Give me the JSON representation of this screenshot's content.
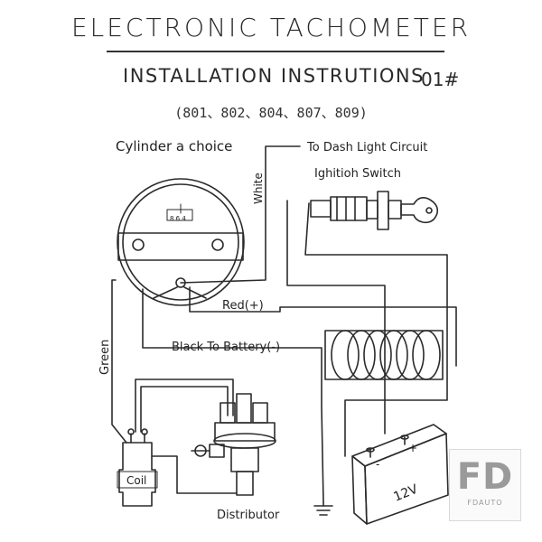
{
  "header": {
    "title": "ELECTRONIC TACHOMETER",
    "subtitle": "INSTALLATION INSTRUTIONS",
    "part_no": "01#",
    "models": "(801、802、804、807、809)"
  },
  "labels": {
    "cylinder": "Cylinder a choice",
    "dial_selector": "8 6 4",
    "dash_light": "To Dash Light Circuit",
    "ignition": "Ighitioh Switch",
    "white": "White",
    "red": "Red(+)",
    "black": "Black To Battery(-)",
    "green": "Green",
    "coil": "Coil",
    "distributor": "Distributor",
    "battery": "12V",
    "battery_neg": "-",
    "battery_pos": "+"
  },
  "logo": {
    "text": "FD",
    "caption": "FDAUTO"
  },
  "colors": {
    "line": "#2b2b2b",
    "background": "#ffffff"
  }
}
